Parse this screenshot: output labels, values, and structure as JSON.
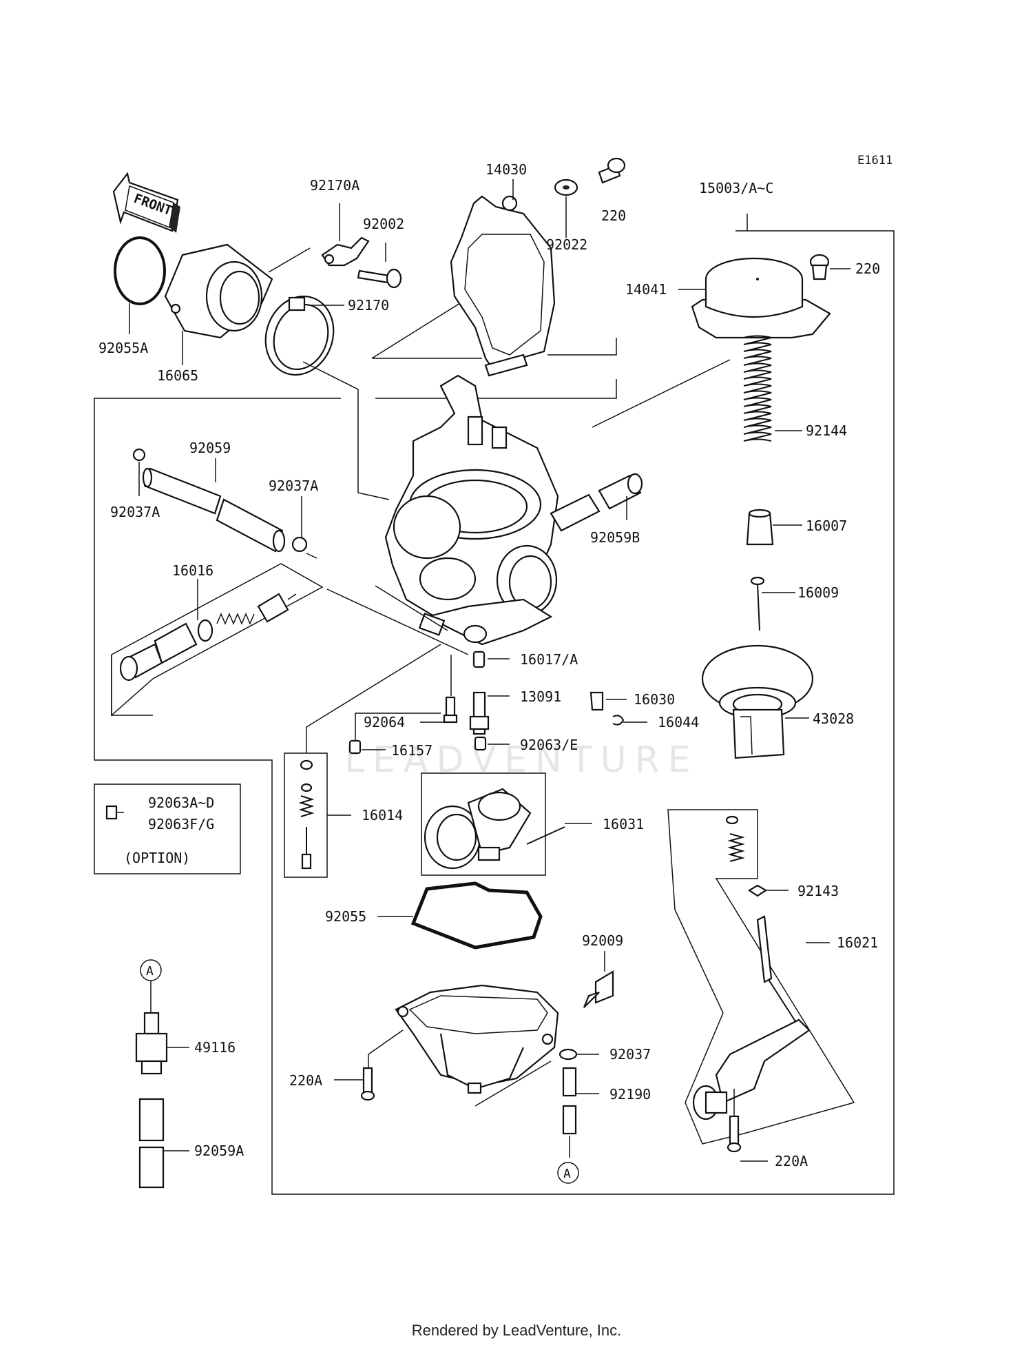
{
  "diagram_code": "E1611",
  "front_label": "FRONT",
  "option_box": {
    "line1": "92063A~D",
    "line2": "92063F/G",
    "note": "(OPTION)"
  },
  "ref_marker": "A",
  "watermark": "LEADVENTURE",
  "footer": "Rendered by LeadVenture, Inc.",
  "parts": {
    "p92170A": "92170A",
    "p14030": "14030",
    "p92002": "92002",
    "p220_top": "220",
    "p92022": "92022",
    "p15003": "15003/A~C",
    "p220_cap": "220",
    "p14041": "14041",
    "p92170": "92170",
    "p92055A": "92055A",
    "p16065": "16065",
    "p92144": "92144",
    "p92059": "92059",
    "p92037A_r": "92037A",
    "p92037A_l": "92037A",
    "p92059B": "92059B",
    "p16007": "16007",
    "p16016": "16016",
    "p16009": "16009",
    "p16017": "16017/A",
    "p13091": "13091",
    "p16030": "16030",
    "p92064": "92064",
    "p16044": "16044",
    "p43028": "43028",
    "p92063E": "92063/E",
    "p16157": "16157",
    "p16014": "16014",
    "p16031": "16031",
    "p92143": "92143",
    "p92055": "92055",
    "p92009": "92009",
    "p16021": "16021",
    "p49116": "49116",
    "p92037": "92037",
    "p220A_l": "220A",
    "p92190": "92190",
    "p92059A": "92059A",
    "p220A_r": "220A"
  }
}
